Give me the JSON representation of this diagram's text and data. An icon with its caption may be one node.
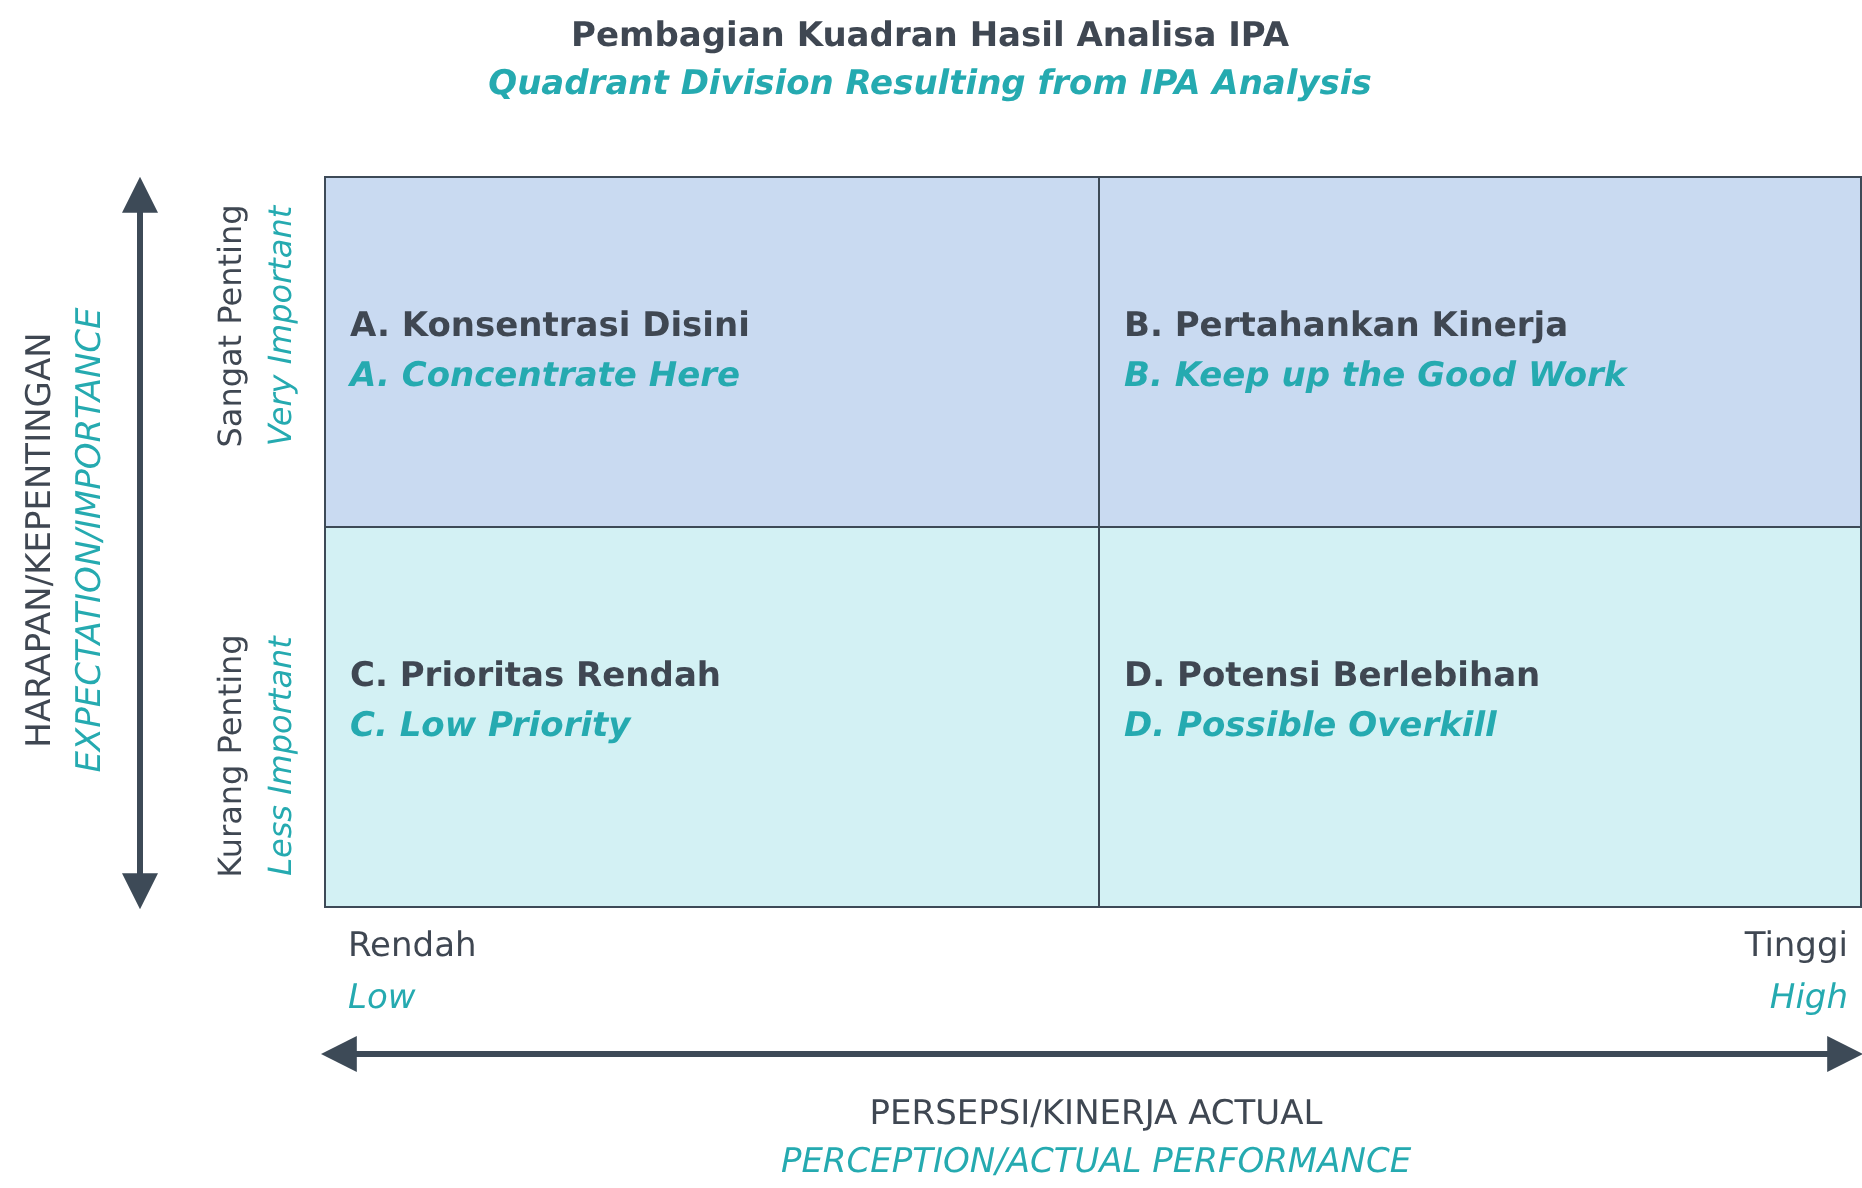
{
  "diagram": {
    "title": "Pembagian Kuadran Hasil Analisa IPA",
    "nodes": [
      {
        "text": [
          "A. Konsentrasi Disini",
          "A. Concentrate Here"
        ]
      },
      {
        "text": [
          "B. Pertahankan Kinerja",
          "B. Keep up the Good Work"
        ]
      },
      {
        "text": [
          "C. Prioritas Rendah",
          "C. Low Priority"
        ]
      },
      {
        "text": [
          "D. Potensi Berlebihan",
          "D. Possible Overkill"
        ]
      }
    ],
    "edges": [],
    "labels": [
      "Quadrant Division Resulting from IPA Analysis",
      "HARAPAN/KEPENTINGAN",
      "EXPECTATION/IMPORTANCE",
      "Sangat Penting",
      "Very Important",
      "Kurang Penting",
      "Less Important",
      "Rendah",
      "Low",
      "Tinggi",
      "High",
      "PERSEPSI/KINERJA ACTUAL",
      "PERCEPTION/ACTUAL PERFORMANCE"
    ]
  }
}
